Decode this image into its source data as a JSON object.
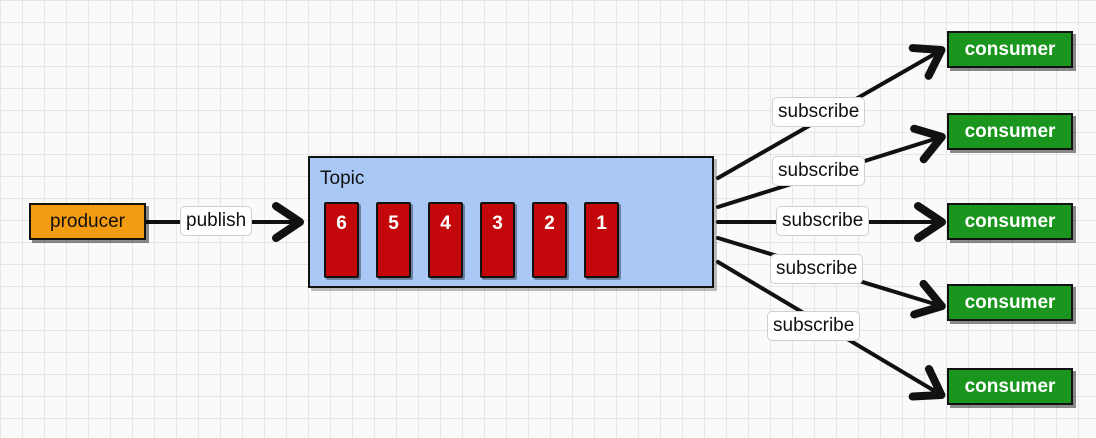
{
  "producer": {
    "label": "producer"
  },
  "publish": {
    "label": "publish"
  },
  "topic": {
    "title": "Topic",
    "partitions": [
      "6",
      "5",
      "4",
      "3",
      "2",
      "1"
    ]
  },
  "subscribers": [
    {
      "edge_label": "subscribe",
      "consumer_label": "consumer"
    },
    {
      "edge_label": "subscribe",
      "consumer_label": "consumer"
    },
    {
      "edge_label": "subscribe",
      "consumer_label": "consumer"
    },
    {
      "edge_label": "subscribe",
      "consumer_label": "consumer"
    },
    {
      "edge_label": "subscribe",
      "consumer_label": "consumer"
    }
  ],
  "colors": {
    "producer": "#f39c12",
    "topic": "#a9c8f5",
    "partition": "#c4070a",
    "consumer": "#1a961f",
    "edge": "#111111"
  }
}
